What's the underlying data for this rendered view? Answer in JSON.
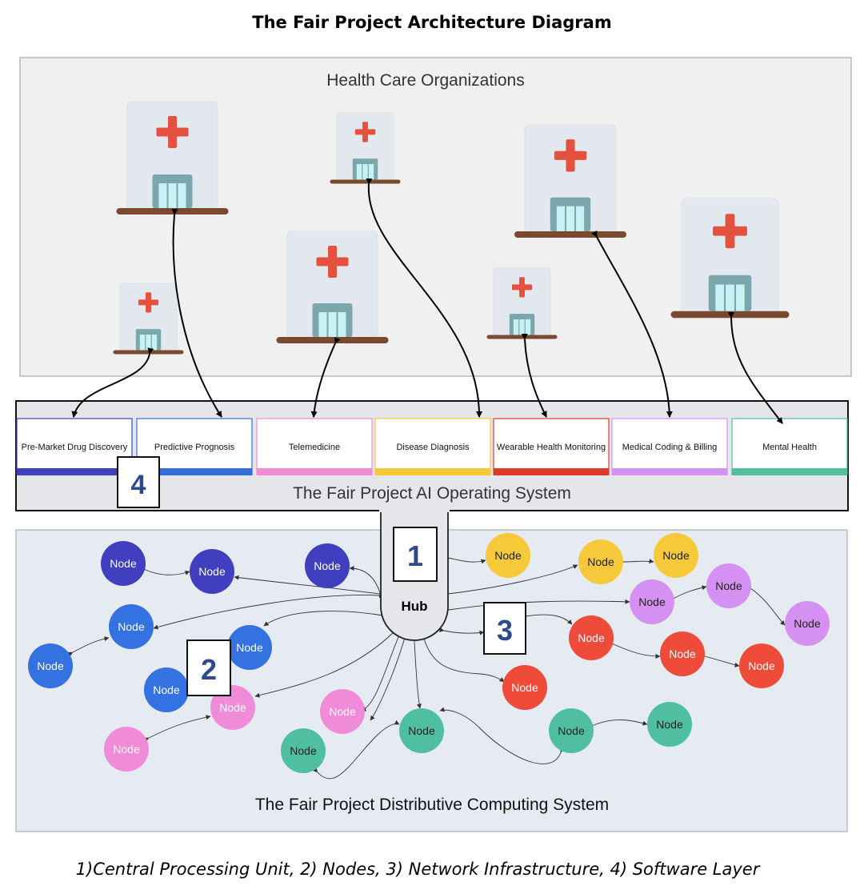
{
  "title": "The Fair Project Architecture Diagram",
  "caption": "1)Central Processing Unit, 2) Nodes, 3) Network Infrastructure, 4) Software Layer",
  "health_panel": {
    "label": "Health Care Organizations"
  },
  "os_panel": {
    "label": "The Fair Project AI Operating System"
  },
  "dist_panel": {
    "label": "The Fair Project Distributive Computing System"
  },
  "hub": {
    "label": "Hub"
  },
  "modules": [
    {
      "label": "Pre-Market Drug Discovery",
      "color": "#3f3fbf"
    },
    {
      "label": "Predictive Prognosis",
      "color": "#3470dc"
    },
    {
      "label": "Telemedicine",
      "color": "#f08bd8"
    },
    {
      "label": "Disease Diagnosis",
      "color": "#f5c93a"
    },
    {
      "label": "Wearable Health Monitoring",
      "color": "#dd3b2a"
    },
    {
      "label": "Medical Coding & Billing",
      "color": "#d591f2"
    },
    {
      "label": "Mental Health",
      "color": "#4fbf9f"
    }
  ],
  "callouts": [
    {
      "label": "1"
    },
    {
      "label": "2"
    },
    {
      "label": "3"
    },
    {
      "label": "4"
    }
  ],
  "node_label": "Node",
  "node_colors": {
    "indigo": "#3f3fbf",
    "blue": "#3372e0",
    "pink": "#f08bd8",
    "yellow": "#f5c93a",
    "violet": "#d591f2",
    "red": "#ee4b3a",
    "teal": "#4fbf9f"
  },
  "colors": {
    "panel_bg": "#f0f0f0",
    "dist_bg": "#e6ebf1",
    "os_bg": "#e4e6ea",
    "cross": "#e5513f",
    "building": "#7aa7ad",
    "shelf": "#7a4a30",
    "callout_text": "#2e4a8a"
  }
}
